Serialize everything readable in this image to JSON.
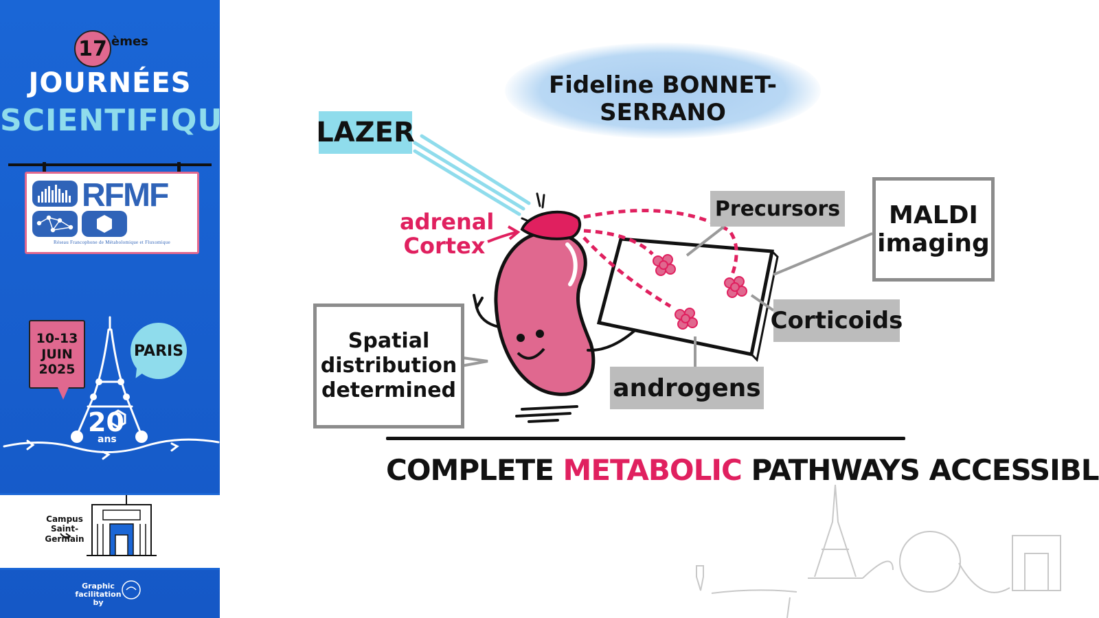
{
  "sidebar": {
    "edition_number": "17",
    "edition_suffix": "èmes",
    "title_line1": "JOURNÉES",
    "title_line2": "SCIENTIFIQUES",
    "logo_text": "RFMF",
    "logo_subtitle": "Réseau Francophone de Métabolomique et Fluxomique",
    "date_line1": "10-13",
    "date_line2": "JUIN",
    "date_line3": "2025",
    "city": "PARIS",
    "anniversary_number": "20",
    "anniversary_suffix": "ans",
    "campus_line1": "Campus",
    "campus_line2": "Saint-Germain",
    "credit_line1": "Graphic",
    "credit_line2": "facilitation by"
  },
  "main": {
    "speaker": "Fideline BONNET-SERRANO",
    "labels": {
      "lazer": "LAZER",
      "adrenal_line1": "adrenal",
      "adrenal_line2": "Cortex",
      "precursors": "Precursors",
      "maldi_line1": "MALDI",
      "maldi_line2": "imaging",
      "corticoids": "Corticoids",
      "androgens": "androgens",
      "spatial_line1": "Spatial",
      "spatial_line2": "distribution",
      "spatial_line3": "determined"
    },
    "tagline": {
      "part1": "COMPLETE",
      "highlight": "METABOLIC",
      "part2": "PATHWAYS ACCESSIBLE"
    }
  },
  "colors": {
    "sidebar_blue": "#1a66d6",
    "accent_pink": "#e0205f",
    "kidney_pink": "#e0688f",
    "cyan": "#8fdcec",
    "label_grey": "#bcbcbc"
  }
}
